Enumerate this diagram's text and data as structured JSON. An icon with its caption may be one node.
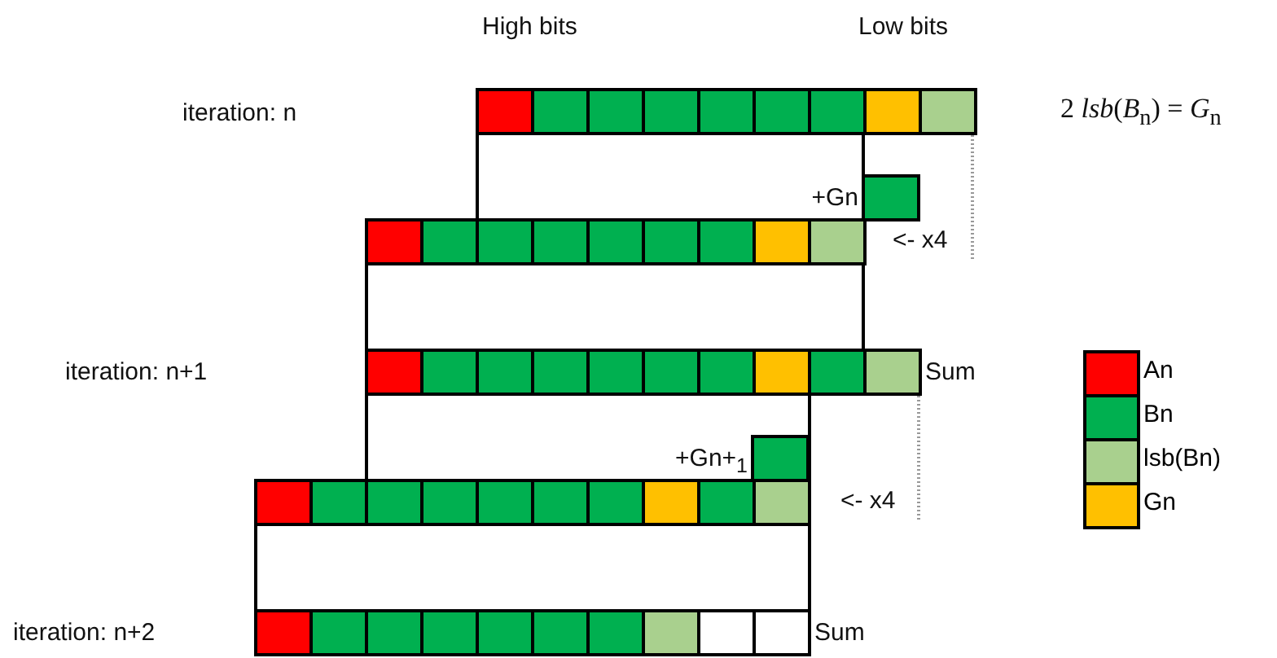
{
  "diagram": {
    "labels": [
      "High bits",
      "Low bits",
      "iteration: n",
      "2 *lsb*(*B*$_{n}$) = *G*$_{n}$",
      "+Gn",
      "<-  x4",
      "iteration: n+1",
      "Sum",
      "+Gn+$_{1}$",
      "<-  x4",
      "iteration: n+2",
      "Sum"
    ],
    "legend": [
      {
        "text": "An",
        "color": "#ff0000"
      },
      {
        "text": "Bn",
        "color": "#00b050"
      },
      {
        "text": "lsb(Bn)",
        "color": "#a9d08e"
      },
      {
        "text": "Gn",
        "color": "#ffc000"
      }
    ]
  }
}
